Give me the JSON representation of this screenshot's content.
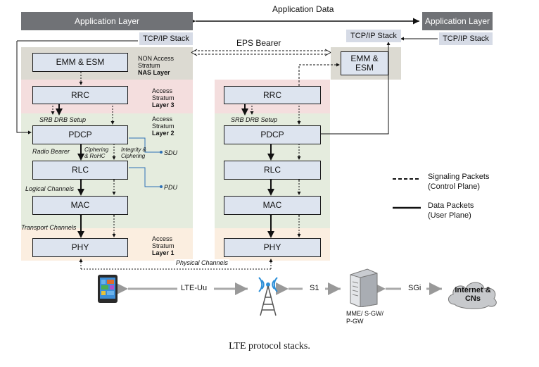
{
  "app_layer_left": "Application Layer",
  "app_layer_right": "Application Layer",
  "application_data": "Application Data",
  "tcpip_left": "TCP/IP Stack",
  "tcpip_right_inner": "TCP/IP Stack",
  "tcpip_right_outer": "TCP/IP Stack",
  "eps_bearer": "EPS Bearer",
  "ue_stack": {
    "emm_esm": "EMM & ESM",
    "rrc": "RRC",
    "pdcp": "PDCP",
    "rlc": "RLC",
    "mac": "MAC",
    "phy": "PHY"
  },
  "enb_stack": {
    "rrc": "RRC",
    "pdcp": "PDCP",
    "rlc": "RLC",
    "mac": "MAC",
    "phy": "PHY"
  },
  "mme_emm_esm": "EMM & ESM",
  "layer_labels": {
    "nas_1": "NON Access",
    "nas_2": "Stratum",
    "nas_3": "NAS Layer",
    "l3_1": "Access",
    "l3_2": "Stratum",
    "l3_3": "Layer 3",
    "l2_1": "Access",
    "l2_2": "Stratum",
    "l2_3": "Layer 2",
    "l1_1": "Access",
    "l1_2": "Stratum",
    "l1_3": "Layer 1"
  },
  "annotations": {
    "srb_drb_left": "SRB DRB Setup",
    "srb_drb_right": "SRB DRB Setup",
    "radio_bearer": "Radio Bearer",
    "ciphering_1": "Ciphering",
    "ciphering_2": "& RoHC",
    "integrity_1": "Integrity &",
    "integrity_2": "Ciphering",
    "sdu": "SDU",
    "pdu": "PDU",
    "logical_channels": "Logical Channels",
    "transport_channels": "Transport Channels",
    "physical_channels": "Physical Channels"
  },
  "legend": {
    "signaling_1": "Signaling Packets",
    "signaling_2": "(Control Plane)",
    "data_1": "Data Packets",
    "data_2": "(User Plane)"
  },
  "network": {
    "lte_uu": "LTE-Uu",
    "s1": "S1",
    "sgi": "SGi",
    "mme_1": "MME/ S-GW/",
    "mme_2": "P-GW",
    "internet_1": "Internet &",
    "internet_2": "CNs"
  },
  "caption": "LTE protocol stacks.",
  "colors": {
    "app_layer": "#707276",
    "box_fill": "#dde4ef",
    "nas_band": "#dcdad2",
    "l3_band": "#f4dede",
    "l2_band": "#e5ecde",
    "l1_band": "#fbeee0",
    "sdu_pdu_line": "#2d6fb5"
  }
}
